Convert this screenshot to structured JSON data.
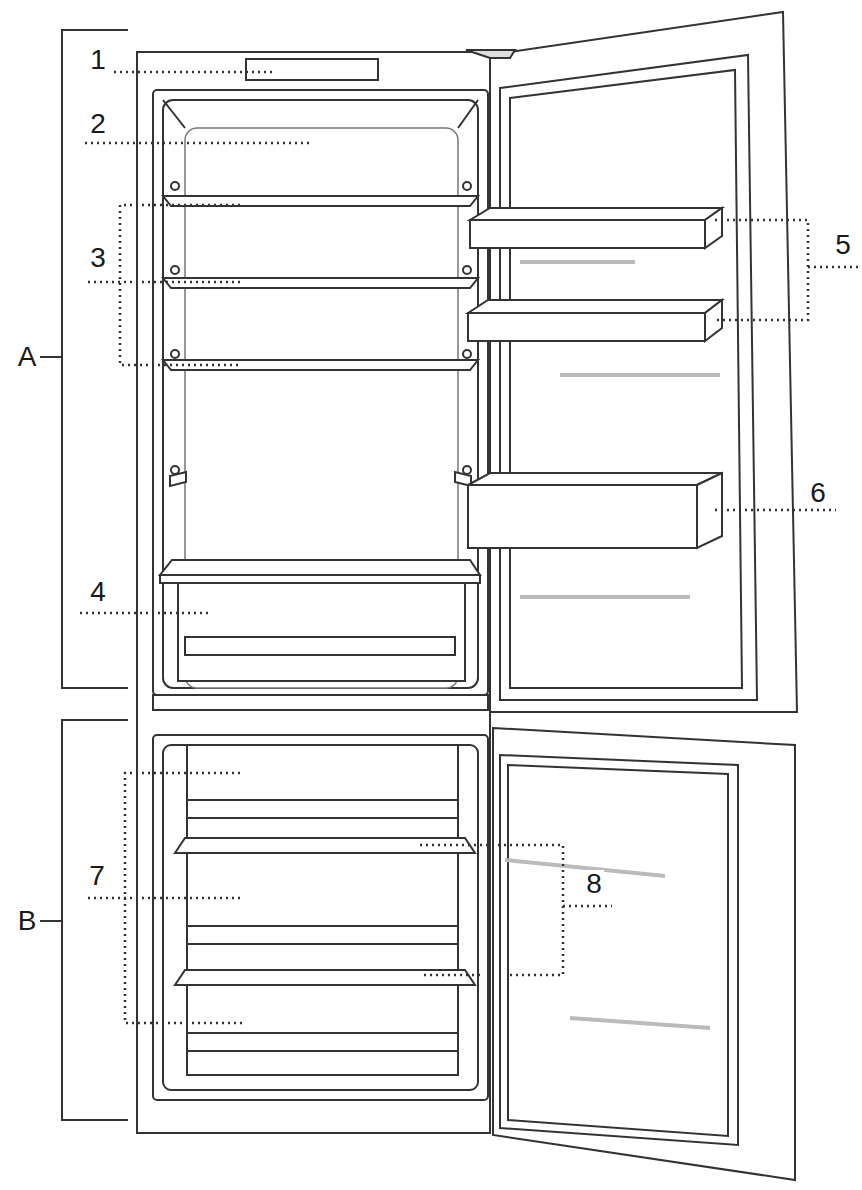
{
  "diagram": {
    "labels": [
      "1",
      "2",
      "3",
      "4",
      "5",
      "6",
      "7",
      "8",
      "A",
      "B"
    ]
  }
}
